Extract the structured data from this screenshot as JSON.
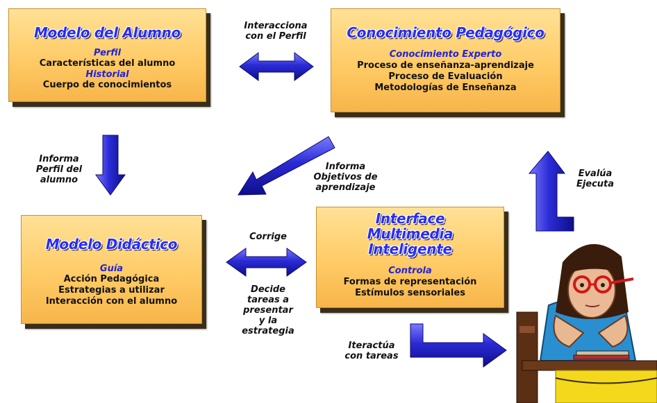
{
  "boxes": {
    "alumno": {
      "title": "Modelo del Alumno",
      "sub1": "Perfil",
      "line1": "Características del alumno",
      "sub2": "Historial",
      "line2": "Cuerpo de conocimientos"
    },
    "pedagogico": {
      "title": "Conocimiento Pedagógico",
      "sub1": "Conocimiento Experto",
      "line1": "Proceso de enseñanza-aprendizaje",
      "line2": "Proceso de Evaluación",
      "line3": "Metodologías de Enseñanza"
    },
    "didactico": {
      "title": "Modelo Didáctico",
      "sub1": "Guía",
      "line1": "Acción Pedagógica",
      "line2": "Estrategias a utilizar",
      "line3": "Interacción con el alumno"
    },
    "interface": {
      "title1": "Interface",
      "title2": "Multimedia",
      "title3": "Inteligente",
      "sub1": "Controla",
      "line1": "Formas de representación",
      "line2": "Estímulos sensoriales"
    }
  },
  "labels": {
    "interacciona_1": "Interacciona",
    "interacciona_2": "con el Perfil",
    "informa_perfil_1": "Informa",
    "informa_perfil_2": "Perfil del",
    "informa_perfil_3": "alumno",
    "informa_obj_1": "Informa",
    "informa_obj_2": "Objetivos de",
    "informa_obj_3": "aprendizaje",
    "evalua_1": "Evalúa",
    "evalua_2": "Ejecuta",
    "corrige": "Corrige",
    "decide_1": "Decide",
    "decide_2": "tareas a",
    "decide_3": "presentar",
    "decide_4": "y la",
    "decide_5": "estrategia",
    "interactua_1": "Iteractúa",
    "interactua_2": "con tareas"
  },
  "colors": {
    "box_fill": "#ffcb66",
    "title_blue": "#2a2df0",
    "arrow_blue": "#2b2bd6"
  },
  "icons": [
    "double-arrow-icon",
    "down-arrow-icon",
    "diagonal-arrow-icon",
    "up-arrow-icon",
    "elbow-arrow-icon",
    "student-illustration"
  ]
}
